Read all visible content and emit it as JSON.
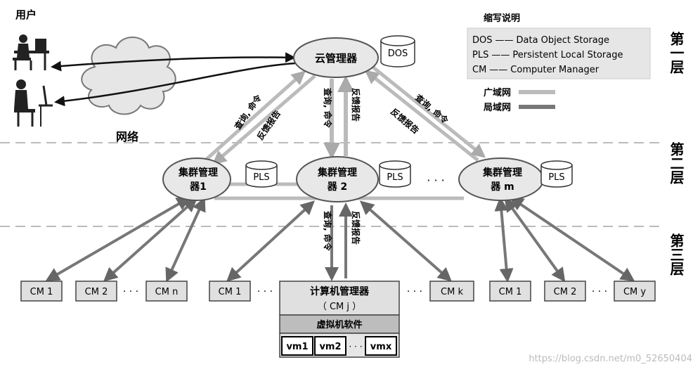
{
  "user_label": "用户",
  "network_label": "网络",
  "cloud_manager": "云管理器",
  "dos_box": "DOS",
  "pls_box": "PLS",
  "legend": {
    "title": "缩写说明",
    "rows": [
      {
        "abbr": "DOS",
        "dash": "——",
        "full": "Data Object Storage"
      },
      {
        "abbr": "PLS",
        "dash": "——",
        "full": "Persistent Local Storage"
      },
      {
        "abbr": "CM",
        "dash": "——",
        "full": "Computer Manager"
      }
    ]
  },
  "wan_label": "广域网",
  "lan_label": "局域网",
  "layers": [
    "第一层",
    "第二层",
    "第三层"
  ],
  "cluster_managers": [
    {
      "line1": "集群管理",
      "line2": "器1"
    },
    {
      "line1": "集群管理",
      "line2": "器 2"
    },
    {
      "line1": "集群管理",
      "line2": "器 m"
    }
  ],
  "ellipsis": "· · ·",
  "edge_labels": {
    "query_cmd": "查询, 命令",
    "feedback": "反馈报告"
  },
  "cm_group1": [
    "CM 1",
    "CM 2",
    "CM n"
  ],
  "cm_group2": [
    "CM 1",
    "CM k"
  ],
  "cm_group3": [
    "CM 1",
    "CM 2",
    "CM y"
  ],
  "computer_manager": {
    "line1": "计算机管理器",
    "line2": "（ CM  j ）"
  },
  "vm_software": "虚拟机软件",
  "vms": [
    "vm1",
    "vm2",
    "vmx"
  ],
  "watermark": "https://blog.csdn.net/m0_52650404"
}
